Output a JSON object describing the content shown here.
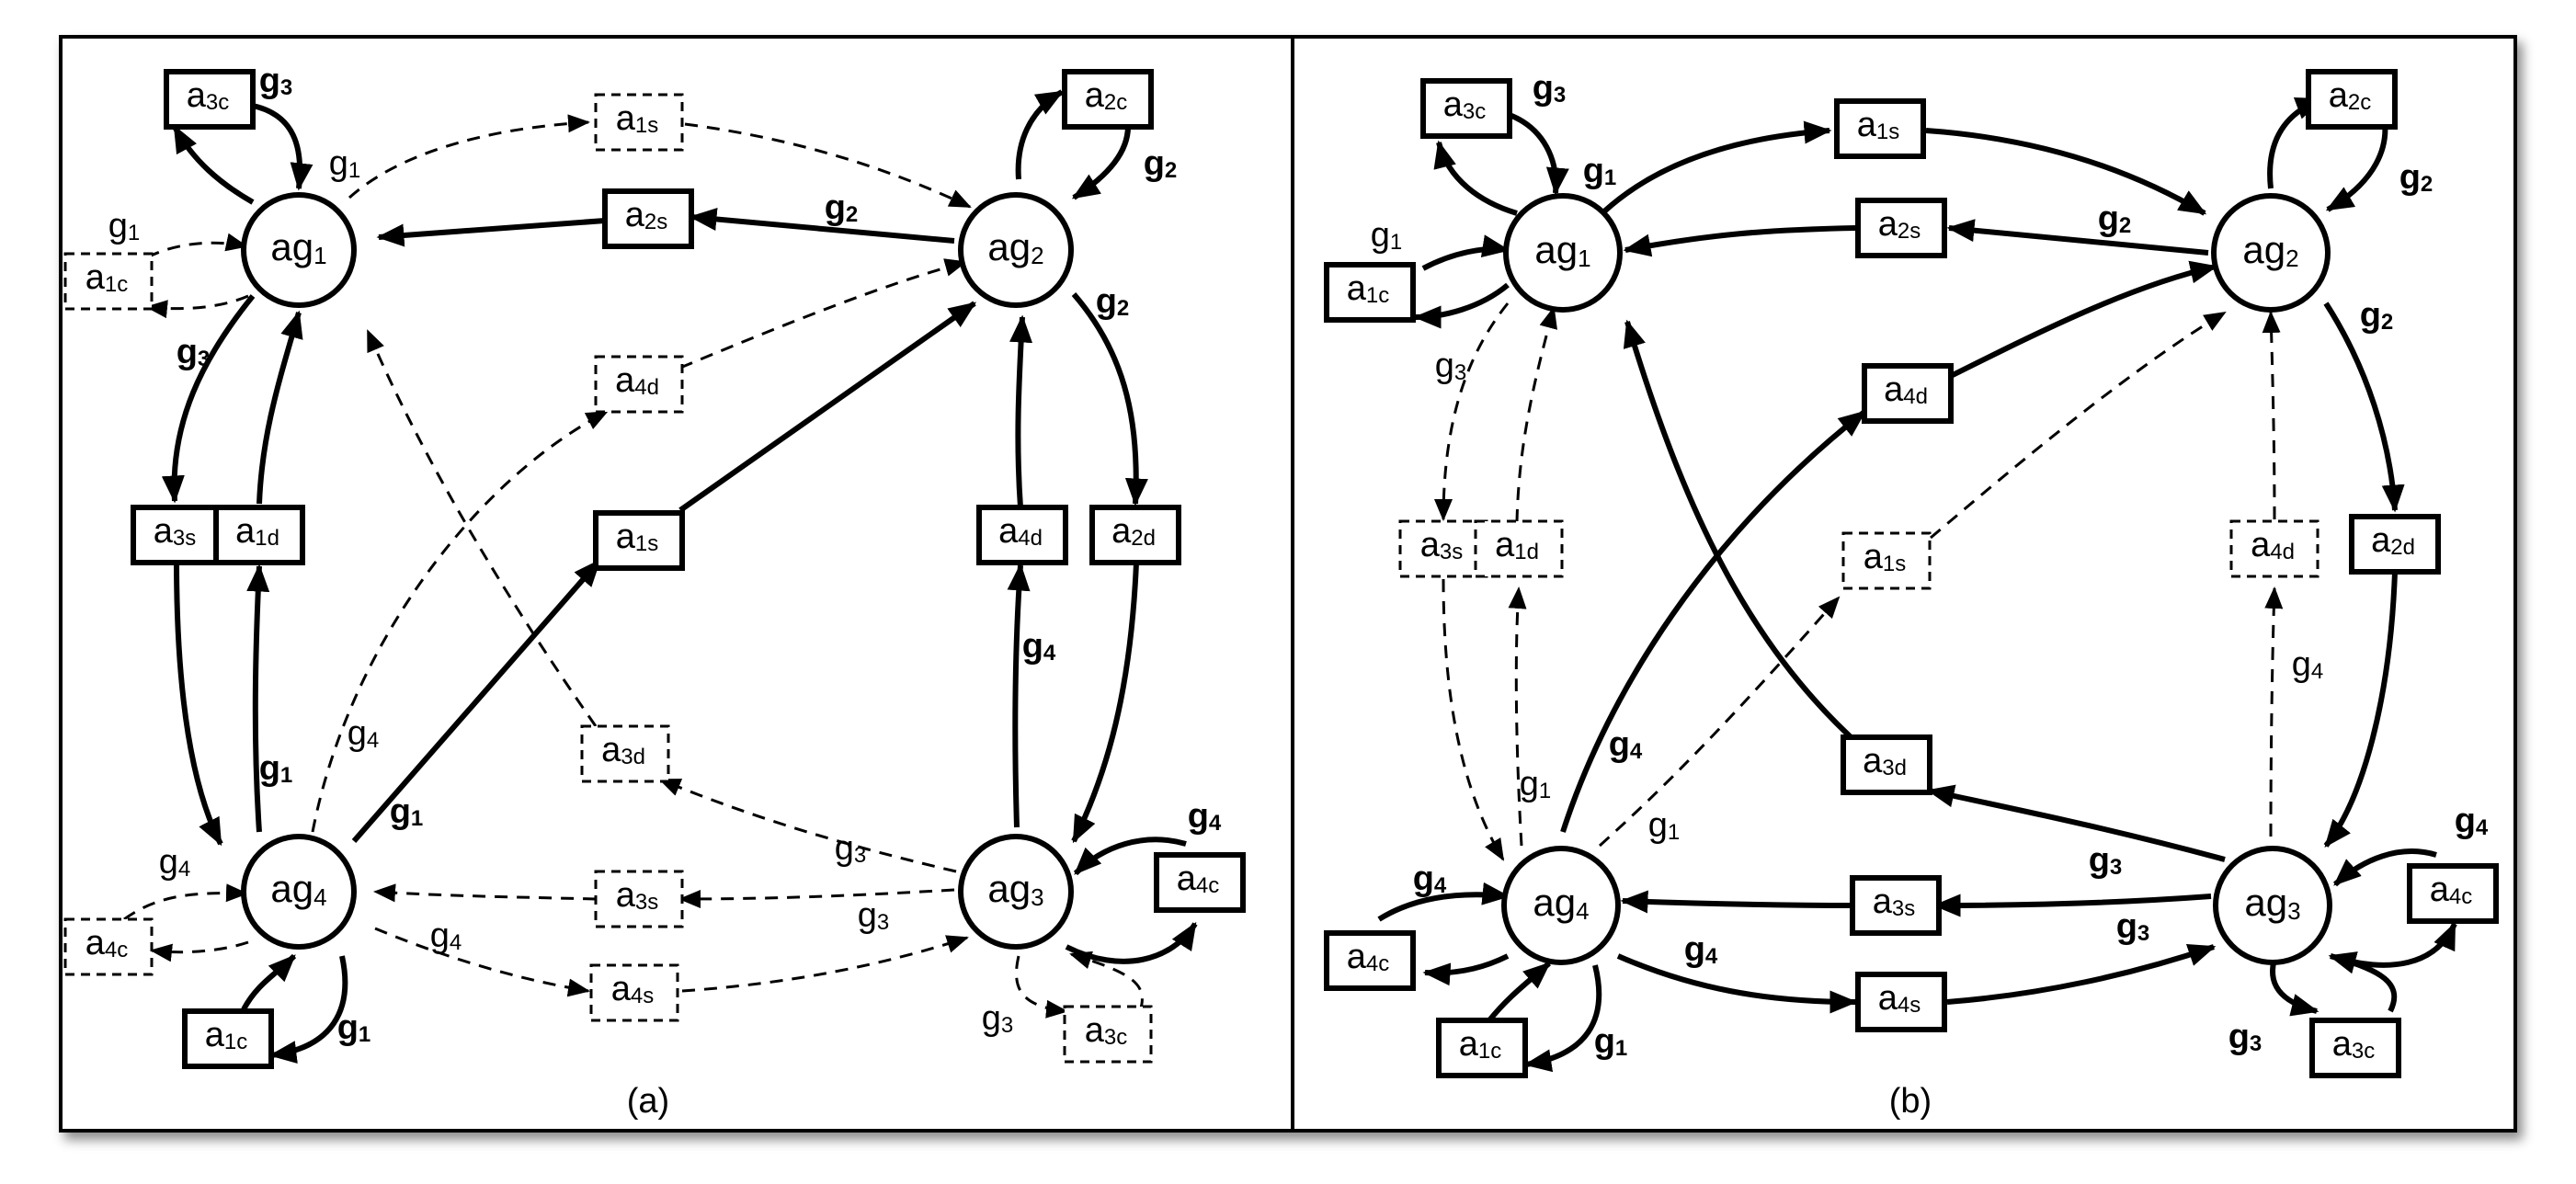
{
  "panels": [
    {
      "id": "a",
      "caption": "(a)",
      "agents": [
        {
          "id": "ag1",
          "base": "ag",
          "sub": "1"
        },
        {
          "id": "ag2",
          "base": "ag",
          "sub": "2"
        },
        {
          "id": "ag3",
          "base": "ag",
          "sub": "3"
        },
        {
          "id": "ag4",
          "base": "ag",
          "sub": "4"
        }
      ],
      "actions": [
        {
          "id": "a3c",
          "base": "a",
          "sub": "3c",
          "style": "solid"
        },
        {
          "id": "a1c",
          "base": "a",
          "sub": "1c",
          "style": "dashed"
        },
        {
          "id": "a1s",
          "base": "a",
          "sub": "1s",
          "style": "dashed"
        },
        {
          "id": "a2s",
          "base": "a",
          "sub": "2s",
          "style": "solid"
        },
        {
          "id": "a2c",
          "base": "a",
          "sub": "2c",
          "style": "solid"
        },
        {
          "id": "a4d",
          "base": "a",
          "sub": "4d",
          "style": "dashed"
        },
        {
          "id": "a3s",
          "base": "a",
          "sub": "3s",
          "style": "solid"
        },
        {
          "id": "a1d",
          "base": "a",
          "sub": "1d",
          "style": "solid"
        },
        {
          "id": "a1s_mid",
          "base": "a",
          "sub": "1s",
          "style": "solid"
        },
        {
          "id": "a4d_right",
          "base": "a",
          "sub": "4d",
          "style": "solid"
        },
        {
          "id": "a2d",
          "base": "a",
          "sub": "2d",
          "style": "solid"
        },
        {
          "id": "a3d",
          "base": "a",
          "sub": "3d",
          "style": "dashed"
        },
        {
          "id": "a3s_bot",
          "base": "a",
          "sub": "3s",
          "style": "dashed"
        },
        {
          "id": "a4s",
          "base": "a",
          "sub": "4s",
          "style": "dashed"
        },
        {
          "id": "a4c_left",
          "base": "a",
          "sub": "4c",
          "style": "dashed"
        },
        {
          "id": "a4c_right",
          "base": "a",
          "sub": "4c",
          "style": "solid"
        },
        {
          "id": "a1c_bot",
          "base": "a",
          "sub": "1c",
          "style": "solid"
        },
        {
          "id": "a3c_bot",
          "base": "a",
          "sub": "3c",
          "style": "dashed"
        }
      ],
      "labels": [
        {
          "id": "g3_top",
          "base": "g",
          "sub": "3",
          "bold": true
        },
        {
          "id": "g1_top",
          "base": "g",
          "sub": "1",
          "bold": false
        },
        {
          "id": "g1_left",
          "base": "g",
          "sub": "1",
          "bold": false
        },
        {
          "id": "g2_mid",
          "base": "g",
          "sub": "2",
          "bold": true
        },
        {
          "id": "g2_right",
          "base": "g",
          "sub": "2",
          "bold": true
        },
        {
          "id": "g2_corner",
          "base": "g",
          "sub": "2",
          "bold": true
        },
        {
          "id": "g3_left",
          "base": "g",
          "sub": "3",
          "bold": true
        },
        {
          "id": "g1_lower",
          "base": "g",
          "sub": "1",
          "bold": true
        },
        {
          "id": "g4_dash",
          "base": "g",
          "sub": "4",
          "bold": false
        },
        {
          "id": "g1_diag",
          "base": "g",
          "sub": "1",
          "bold": true
        },
        {
          "id": "g4_right",
          "base": "g",
          "sub": "4",
          "bold": true
        },
        {
          "id": "g3_dash1",
          "base": "g",
          "sub": "3",
          "bold": false
        },
        {
          "id": "g3_dash2",
          "base": "g",
          "sub": "3",
          "bold": false
        },
        {
          "id": "g4_loop",
          "base": "g",
          "sub": "4",
          "bold": true
        },
        {
          "id": "g4_leftloop",
          "base": "g",
          "sub": "4",
          "bold": false
        },
        {
          "id": "g4_bot",
          "base": "g",
          "sub": "4",
          "bold": false
        },
        {
          "id": "g1_bot",
          "base": "g",
          "sub": "1",
          "bold": true
        },
        {
          "id": "g3_bot",
          "base": "g",
          "sub": "3",
          "bold": false
        }
      ]
    },
    {
      "id": "b",
      "caption": "(b)",
      "agents": [
        {
          "id": "ag1",
          "base": "ag",
          "sub": "1"
        },
        {
          "id": "ag2",
          "base": "ag",
          "sub": "2"
        },
        {
          "id": "ag3",
          "base": "ag",
          "sub": "3"
        },
        {
          "id": "ag4",
          "base": "ag",
          "sub": "4"
        }
      ],
      "actions": [
        {
          "id": "a3c",
          "base": "a",
          "sub": "3c",
          "style": "solid"
        },
        {
          "id": "a1s",
          "base": "a",
          "sub": "1s",
          "style": "solid"
        },
        {
          "id": "a2c",
          "base": "a",
          "sub": "2c",
          "style": "solid"
        },
        {
          "id": "a2s",
          "base": "a",
          "sub": "2s",
          "style": "solid"
        },
        {
          "id": "a1c",
          "base": "a",
          "sub": "1c",
          "style": "solid"
        },
        {
          "id": "a4d",
          "base": "a",
          "sub": "4d",
          "style": "solid"
        },
        {
          "id": "a3s",
          "base": "a",
          "sub": "3s",
          "style": "dashed"
        },
        {
          "id": "a1d",
          "base": "a",
          "sub": "1d",
          "style": "dashed"
        },
        {
          "id": "a1s_mid",
          "base": "a",
          "sub": "1s",
          "style": "dashed"
        },
        {
          "id": "a4d_right",
          "base": "a",
          "sub": "4d",
          "style": "dashed"
        },
        {
          "id": "a2d",
          "base": "a",
          "sub": "2d",
          "style": "solid"
        },
        {
          "id": "a3d",
          "base": "a",
          "sub": "3d",
          "style": "solid"
        },
        {
          "id": "a3s_bot",
          "base": "a",
          "sub": "3s",
          "style": "solid"
        },
        {
          "id": "a4s",
          "base": "a",
          "sub": "4s",
          "style": "solid"
        },
        {
          "id": "a4c_left",
          "base": "a",
          "sub": "4c",
          "style": "solid"
        },
        {
          "id": "a4c_right",
          "base": "a",
          "sub": "4c",
          "style": "solid"
        },
        {
          "id": "a1c_bot",
          "base": "a",
          "sub": "1c",
          "style": "solid"
        },
        {
          "id": "a3c_bot",
          "base": "a",
          "sub": "3c",
          "style": "solid"
        }
      ],
      "labels": [
        {
          "id": "g3_top",
          "base": "g",
          "sub": "3",
          "bold": true
        },
        {
          "id": "g1_top",
          "base": "g",
          "sub": "1",
          "bold": true
        },
        {
          "id": "g1_left",
          "base": "g",
          "sub": "1",
          "bold": false
        },
        {
          "id": "g2_mid",
          "base": "g",
          "sub": "2",
          "bold": true
        },
        {
          "id": "g2_corner",
          "base": "g",
          "sub": "2",
          "bold": true
        },
        {
          "id": "g2_right",
          "base": "g",
          "sub": "2",
          "bold": true
        },
        {
          "id": "g3_dash",
          "base": "g",
          "sub": "3",
          "bold": false
        },
        {
          "id": "g4_mid",
          "base": "g",
          "sub": "4",
          "bold": true
        },
        {
          "id": "g1_dash1",
          "base": "g",
          "sub": "1",
          "bold": false
        },
        {
          "id": "g1_dash2",
          "base": "g",
          "sub": "1",
          "bold": false
        },
        {
          "id": "g4_dash",
          "base": "g",
          "sub": "4",
          "bold": false
        },
        {
          "id": "g3_low1",
          "base": "g",
          "sub": "3",
          "bold": true
        },
        {
          "id": "g3_low2",
          "base": "g",
          "sub": "3",
          "bold": true
        },
        {
          "id": "g4_loopR",
          "base": "g",
          "sub": "4",
          "bold": true
        },
        {
          "id": "g4_loopL",
          "base": "g",
          "sub": "4",
          "bold": true
        },
        {
          "id": "g4_bot",
          "base": "g",
          "sub": "4",
          "bold": true
        },
        {
          "id": "g1_bot",
          "base": "g",
          "sub": "1",
          "bold": true
        },
        {
          "id": "g3_bot",
          "base": "g",
          "sub": "3",
          "bold": true
        }
      ]
    }
  ]
}
